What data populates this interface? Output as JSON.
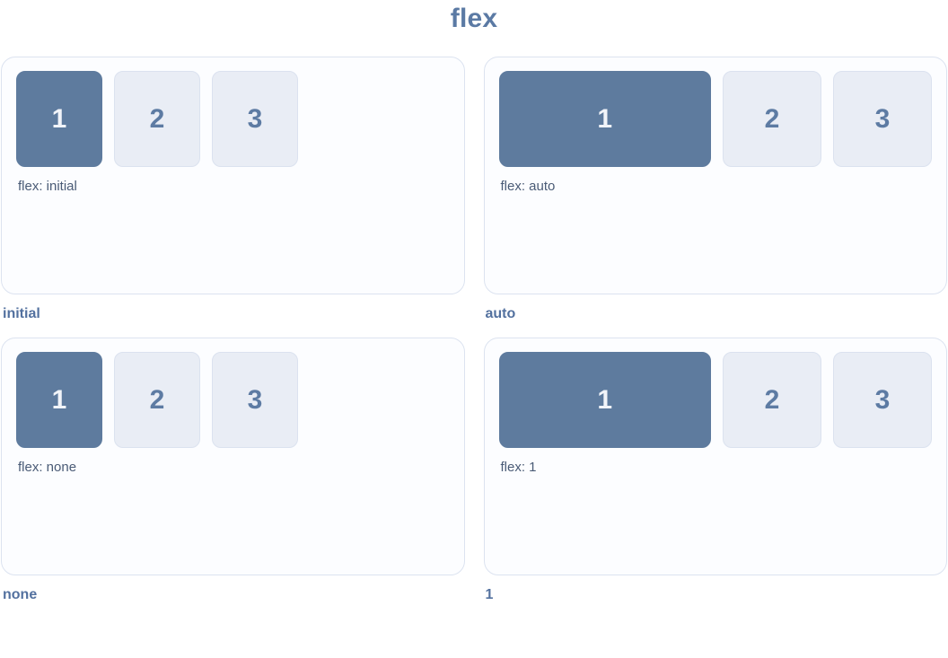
{
  "title": "flex",
  "colors": {
    "title_text": "#5b7aa4",
    "accent_box_bg": "#5e7b9e",
    "accent_box_number": "#f1f4f9",
    "light_box_bg": "#e9edf5",
    "light_box_border": "#dbe2ef",
    "light_box_number": "#5d7ba3",
    "panel_bg": "#fcfdff",
    "panel_border": "#dce3f0",
    "rule_text": "#4a5b76",
    "caption_text": "#53719f"
  },
  "panels": [
    {
      "value": "initial",
      "rule": "flex: initial",
      "items": [
        "1",
        "2",
        "3"
      ]
    },
    {
      "value": "auto",
      "rule": "flex: auto",
      "items": [
        "1",
        "2",
        "3"
      ]
    },
    {
      "value": "none",
      "rule": "flex: none",
      "items": [
        "1",
        "2",
        "3"
      ]
    },
    {
      "value": "1",
      "rule": "flex: 1",
      "items": [
        "1",
        "2",
        "3"
      ]
    }
  ]
}
